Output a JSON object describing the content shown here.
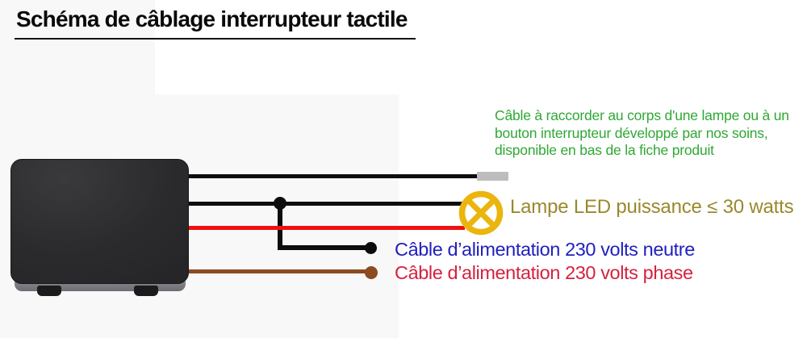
{
  "page": {
    "title": "Schéma de câblage interrupteur tactile"
  },
  "diagram": {
    "note_lines": [
      "Câble à raccorder au corps d'une lampe ou à un",
      "bouton interrupteur développé par nos soins,",
      "disponible en bas de la fiche produit"
    ],
    "labels": {
      "lamp": "Lampe LED puissance ≤ 30 watts",
      "neutral": "Câble d’alimentation 230 volts neutre",
      "phase": "Câble d’alimentation 230 volts phase"
    },
    "wires": [
      {
        "name": "cable-to-lamp-body-or-button",
        "color": "black",
        "end": "grey-connector"
      },
      {
        "name": "lamp-wire-black",
        "color": "black",
        "end": "lamp-symbol"
      },
      {
        "name": "lamp-wire-red",
        "color": "red",
        "end": "lamp-symbol"
      },
      {
        "name": "mains-neutral",
        "color": "black",
        "end": "round-tip"
      },
      {
        "name": "mains-phase",
        "color": "brown",
        "end": "round-tip"
      }
    ]
  },
  "colors": {
    "note_green": "#2fa834",
    "lamp_label_olive": "#99892c",
    "neutral_blue": "#2020be",
    "phase_red": "#d5213e",
    "wire_red": "#ee1111",
    "wire_brown": "#8c4b20",
    "wire_black": "#0d0d0d",
    "lamp_yellow": "#ebb50e",
    "connector_grey": "#bdbdbd",
    "photo_background": "#f8f8f8"
  }
}
